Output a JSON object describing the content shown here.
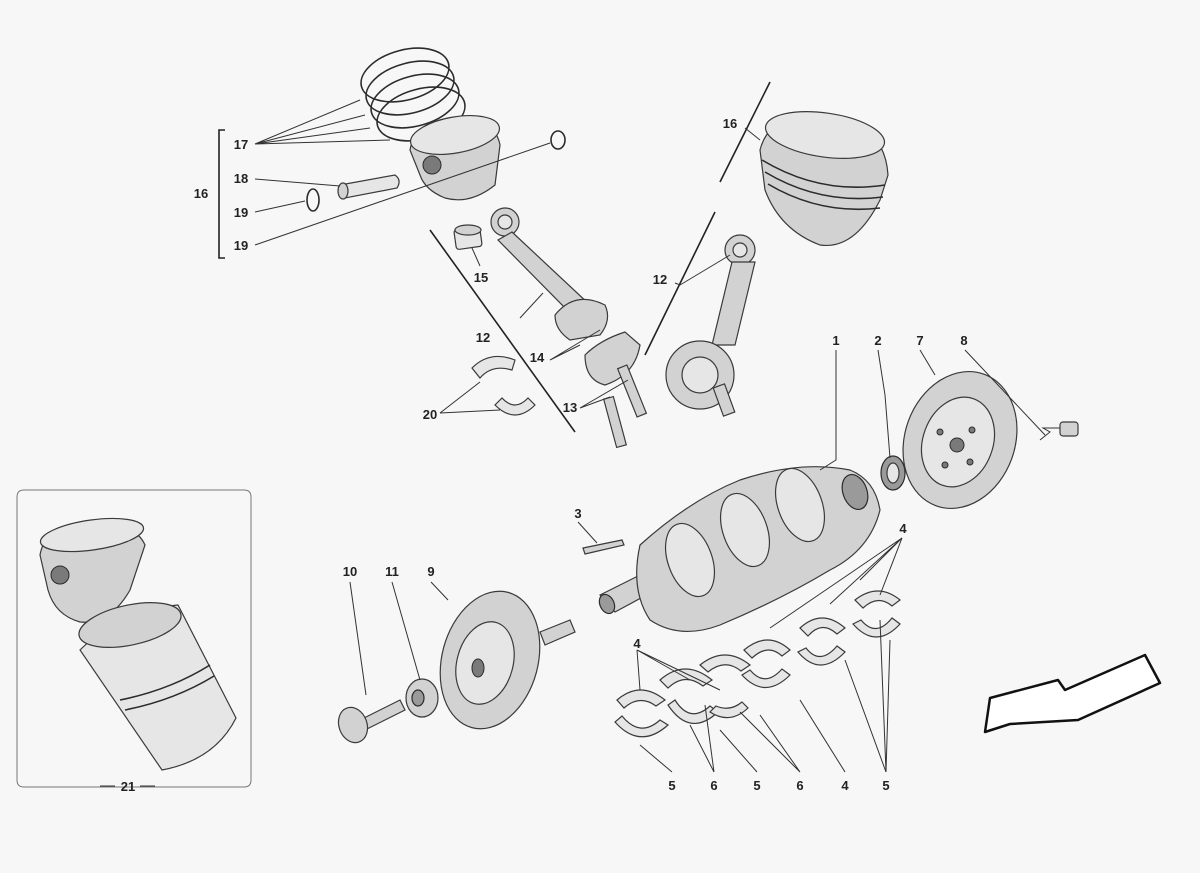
{
  "callouts": {
    "c1": "1",
    "c2": "2",
    "c3": "3",
    "c4a": "4",
    "c4b": "4",
    "c4c": "4",
    "c5a": "5",
    "c5b": "5",
    "c5c": "5",
    "c6a": "6",
    "c6b": "6",
    "c7": "7",
    "c8": "8",
    "c9": "9",
    "c10": "10",
    "c11": "11",
    "c12a": "12",
    "c12b": "12",
    "c13": "13",
    "c14": "14",
    "c15": "15",
    "c16a": "16",
    "c16b": "16",
    "c17": "17",
    "c18": "18",
    "c19a": "19",
    "c19b": "19",
    "c20": "20",
    "c21": "21"
  },
  "colors": {
    "line": "#333333",
    "part_fill": "#d2d2d2",
    "background": "#f7f7f7"
  },
  "icons": {
    "direction": "arrow-direction-icon"
  }
}
